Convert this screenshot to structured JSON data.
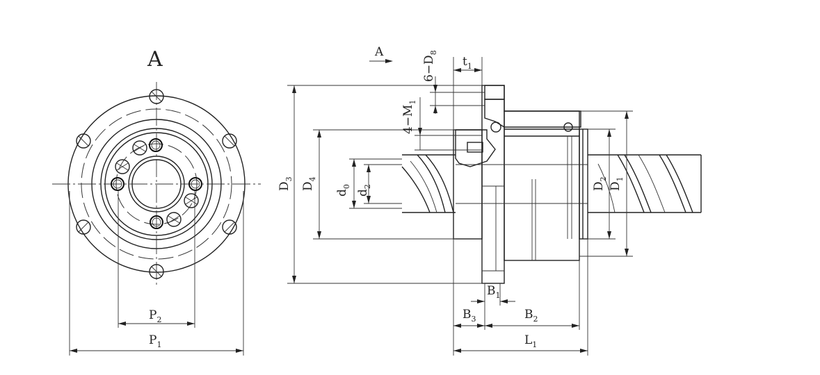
{
  "front_view": {
    "view_letter": "A",
    "labels": {
      "p1": "P",
      "p1_sub": "1",
      "p2": "P",
      "p2_sub": "2"
    }
  },
  "section_view": {
    "view_arrow_label": "A",
    "labels": {
      "holes": "6−D",
      "holes_sub": "8",
      "t1": "t",
      "t1_sub": "1",
      "taps": "4−M",
      "taps_sub": "1",
      "D3": "D",
      "D3_sub": "3",
      "D4": "D",
      "D4_sub": "4",
      "d0": "d",
      "d0_sub": "0",
      "d2": "d",
      "d2_sub": "2",
      "D2": "D",
      "D2_sub": "2",
      "D1": "D",
      "D1_sub": "1",
      "B1": "B",
      "B1_sub": "1",
      "B3": "B",
      "B3_sub": "3",
      "B2": "B",
      "B2_sub": "2",
      "L1": "L",
      "L1_sub": "1"
    }
  }
}
